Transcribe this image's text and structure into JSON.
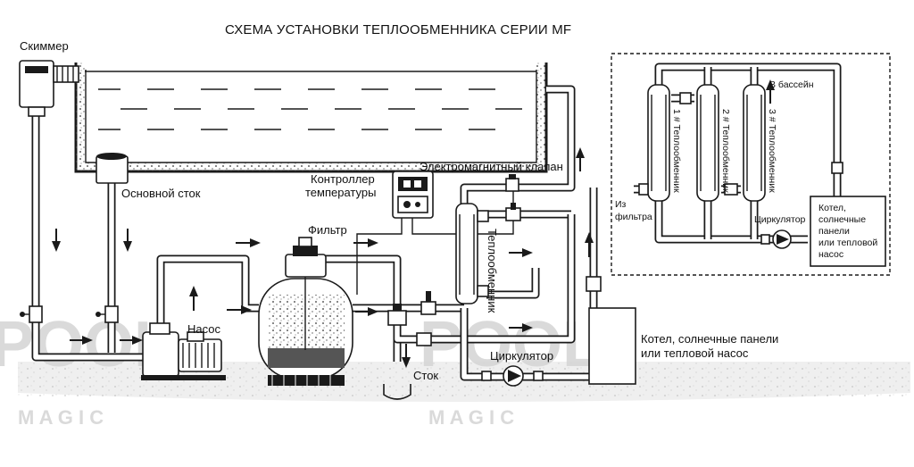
{
  "diagram": {
    "title": "СХЕМА УСТАНОВКИ ТЕПЛООБМЕННИКА СЕРИИ MF",
    "labels": {
      "skimmer": "Скиммер",
      "main_drain": "Основной сток",
      "pump": "Насос",
      "filter": "Фильтр",
      "controller_line1": "Контроллер",
      "controller_line2": "температуры",
      "solenoid_valve": "Электромагнитный клапан",
      "heat_exchanger": "Теплообменник",
      "drain": "Сток",
      "circulator": "Циркулятор",
      "boiler_line1": "Котел, солнечные панели",
      "boiler_line2": "или тепловой насос"
    },
    "inset": {
      "to_pool": "В бассейн",
      "from_filter_line1": "Из",
      "from_filter_line2": "фильтра",
      "circulator": "Циркулятор",
      "boiler_lines": [
        "Котел,",
        "солнечные",
        "панели",
        "или тепловой",
        "насос"
      ],
      "exchangers": [
        "1 # Теплообменник",
        "2 # Теплообменник",
        "3 # Теплообменник"
      ]
    },
    "watermark": {
      "left_word": "POOL",
      "left_sub": "M A G I C",
      "right_word": "POOL",
      "right_sub": "M A G I C"
    }
  },
  "colors": {
    "line": "#1a1a1a",
    "background": "#ffffff",
    "ground": "#efefef",
    "watermark": "#d6d6d6"
  }
}
